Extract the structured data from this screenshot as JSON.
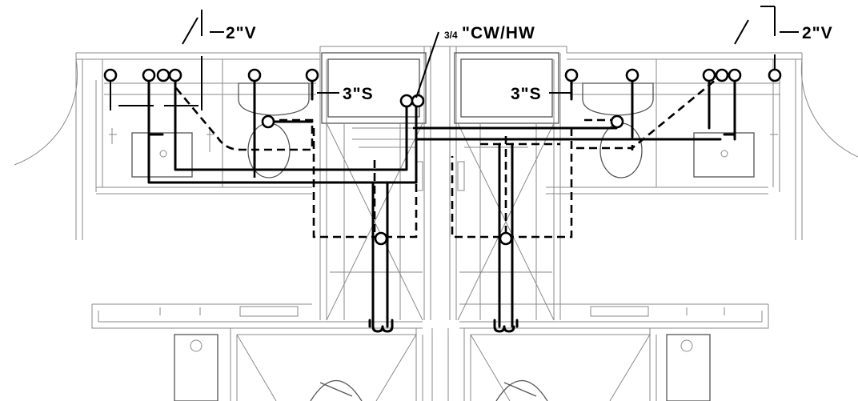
{
  "labels": {
    "vent_left": "2\"V",
    "vent_right": "2\"V",
    "soil_left": "3\"S",
    "soil_right": "3\"S",
    "water_fraction": "3/4",
    "water": "\"CW/HW"
  },
  "colors": {
    "pipe": "#000000",
    "walls": "#8a8a8a",
    "background": "#ffffff"
  }
}
